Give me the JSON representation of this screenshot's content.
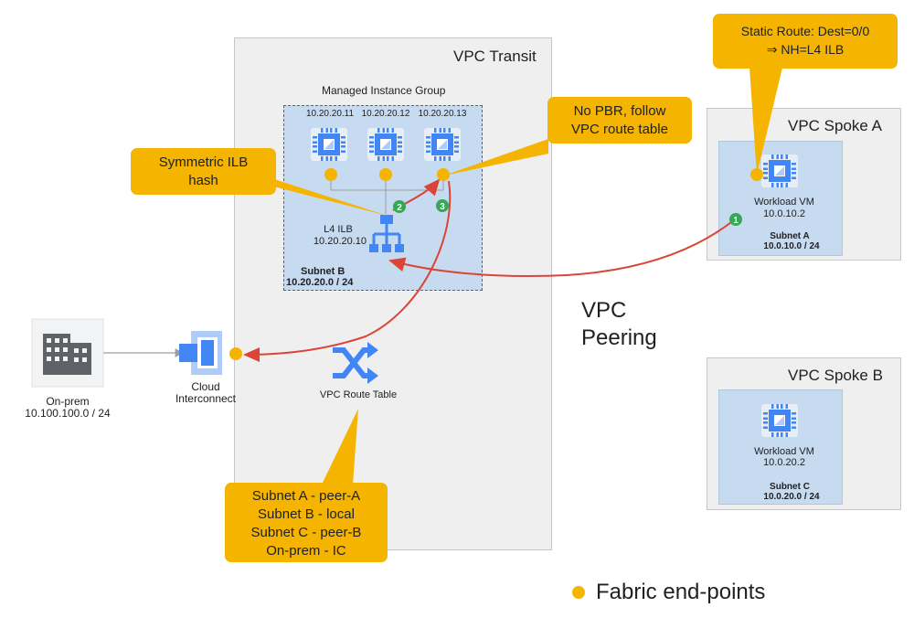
{
  "vpc_transit": {
    "title": "VPC Transit"
  },
  "managed_instance_group": {
    "title": "Managed Instance Group",
    "ips": [
      "10.20.20.11",
      "10.20.20.12",
      "10.20.20.13"
    ]
  },
  "ilb": {
    "name": "L4 ILB",
    "ip": "10.20.20.10"
  },
  "subnet_b": {
    "name": "Subnet B",
    "cidr": "10.20.20.0 / 24"
  },
  "on_prem": {
    "name": "On-prem",
    "cidr": "10.100.100.0 / 24"
  },
  "interconnect": {
    "line1": "Cloud",
    "line2": "Interconnect"
  },
  "route_table": {
    "label": "VPC Route Table"
  },
  "callouts": {
    "symmetric": {
      "line1": "Symmetric ILB",
      "line2": "hash"
    },
    "no_pbr": {
      "line1": "No PBR, follow",
      "line2": "VPC route table"
    },
    "static_route": {
      "line1": "Static Route: Dest=0/0",
      "line2": "⇒ NH=L4 ILB"
    },
    "routes": {
      "lines": [
        "Subnet A - peer-A",
        "Subnet B - local",
        "Subnet C - peer-B",
        "On-prem - IC"
      ]
    }
  },
  "spoke_a": {
    "title": "VPC Spoke A",
    "vm_name": "Workload VM",
    "vm_ip": "10.0.10.2",
    "subnet_name": "Subnet A",
    "subnet_cidr": "10.0.10.0 / 24"
  },
  "spoke_b": {
    "title": "VPC Spoke B",
    "vm_name": "Workload VM",
    "vm_ip": "10.0.20.2",
    "subnet_name": "Subnet C",
    "subnet_cidr": "10.0.20.0 / 24"
  },
  "peering": {
    "line1": "VPC",
    "line2": "Peering"
  },
  "steps": [
    "1",
    "2",
    "3"
  ],
  "legend": {
    "label": "Fabric end-points"
  },
  "colors": {
    "endpoint": "#f4b400",
    "arrow": "#db4437",
    "step": "#34a853",
    "icon_blue": "#4285f4"
  }
}
